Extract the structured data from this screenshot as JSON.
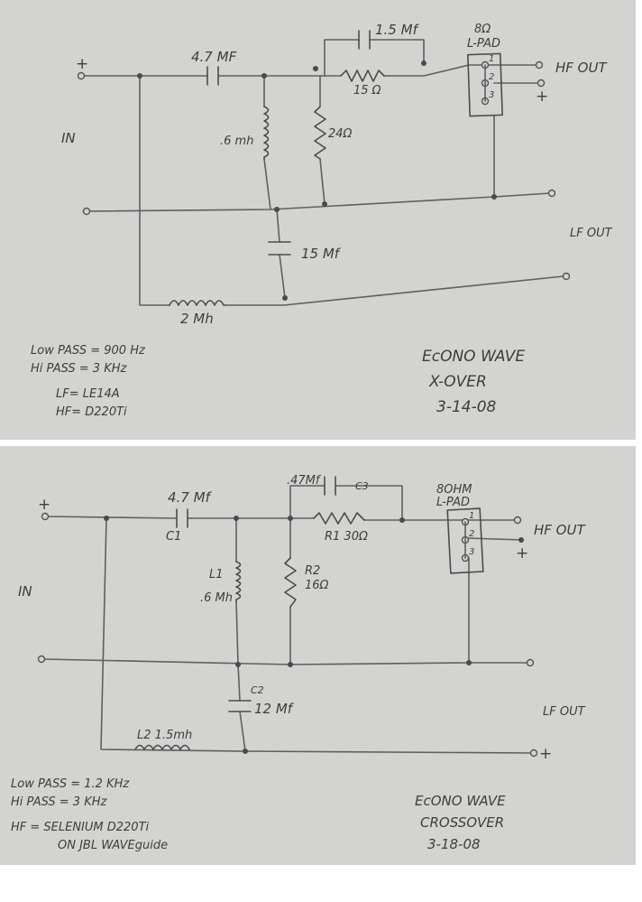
{
  "sheet1": {
    "input": {
      "plus": "+",
      "label": "IN"
    },
    "c_series": "4.7 MF",
    "c_bypass": "1.5 Mf",
    "r_series": "15 Ω",
    "r_shunt": "24Ω",
    "l_shunt": ".6 mh",
    "c_lf": "15 Mf",
    "l_lf": "2 Mh",
    "lpad": {
      "ohms": "8Ω",
      "name": "L-PAD",
      "t1": "1",
      "t2": "2",
      "t3": "3"
    },
    "hf_out": "HF OUT",
    "hf_plus": "+",
    "lf_out": "LF OUT",
    "notes": [
      "Low PASS = 900 Hz",
      "Hi PASS = 3 KHz",
      "LF= LE14A",
      "HF= D220Ti"
    ],
    "title": [
      "EcONO WAVE",
      "X-OVER",
      "3-14-08"
    ]
  },
  "sheet2": {
    "input": {
      "plus": "+",
      "label": "IN"
    },
    "c1_value": "4.7 Mf",
    "c1_name": "C1",
    "c3_value": ".47Mf",
    "c3_name": "C3",
    "r1": "R1  30Ω",
    "r2_name": "R2",
    "r2_value": "16Ω",
    "l1_name": "L1",
    "l1_value": ".6 Mh",
    "c2_name": "C2",
    "c2_value": "12 Mf",
    "l2": "L2  1.5mh",
    "lpad": {
      "ohms": "8OHM",
      "name": "L-PAD",
      "t1": "1",
      "t2": "2",
      "t3": "3"
    },
    "hf_out": "HF OUT",
    "hf_plus": "+",
    "lf_out": "LF OUT",
    "lf_plus": "+",
    "notes": [
      "Low PASS = 1.2 KHz",
      "Hi PASS = 3 KHz",
      "HF = SELENIUM D220Ti",
      "ON JBL WAVEguide"
    ],
    "title": [
      "EcONO WAVE",
      "CROSSOVER",
      "3-18-08"
    ]
  }
}
